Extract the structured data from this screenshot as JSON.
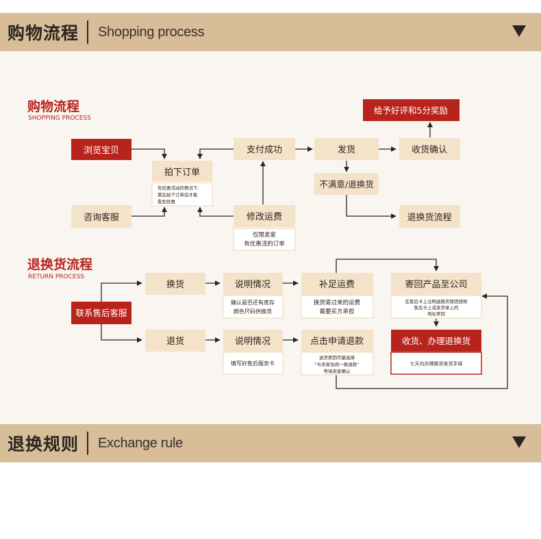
{
  "sections": [
    {
      "title_zh": "购物流程",
      "title_en": "Shopping process"
    },
    {
      "title_zh": "退换规则",
      "title_en": "Exchange rule"
    }
  ],
  "shopping": {
    "title_zh": "购物流程",
    "title_en": "SHOPPING PROCESS",
    "browse": "浏览宝贝",
    "consult": "咨询客服",
    "order": "拍下订单",
    "order_note": [
      "有优惠活动的情况下,",
      "需在拍下订单后才能",
      "看到优惠"
    ],
    "pay": "支付成功",
    "modify_fee": "修改运费",
    "modify_note": [
      "仅限卖家",
      "有优惠活的订单"
    ],
    "ship": "发货",
    "unsatisfied": "不满意/退换货",
    "confirm": "收货确认",
    "reward": "给予好评和5分奖励",
    "return_flow": "退换货流程"
  },
  "returns": {
    "title_zh": "退换货流程",
    "title_en": "RETURN PROCESS",
    "service": "联系售后客服",
    "exchange": "换货",
    "refund": "退货",
    "explain_a": "说明情况",
    "explain_a_note": [
      "确认是否还有库存",
      "颜色尺码供换货"
    ],
    "explain_b": "说明情况",
    "explain_b_note": [
      "填写好售后服务卡"
    ],
    "pay_fee": "补足运费",
    "pay_fee_note": [
      "换货寄过来的运费",
      "需要买方承担"
    ],
    "apply": "点击申请退款",
    "apply_note": [
      "退货原因尽量选择",
      "\"与卖家协商一致退款\"",
      "等待卖家确认"
    ],
    "send_back": "寄回产品至公司",
    "send_back_note": [
      "在售后卡上注明退换货原因按照",
      "售后卡上或发货单上的",
      "地址寄回"
    ],
    "receive": "收货、办理退换货",
    "receive_note": [
      "七天内办理换货发货手续"
    ]
  },
  "colors": {
    "bar": "#d7bd98",
    "accent_red": "#b8231b",
    "box_beige": "#f4e2c9",
    "panel": "#f9f5f0",
    "line": "#2b2420"
  }
}
